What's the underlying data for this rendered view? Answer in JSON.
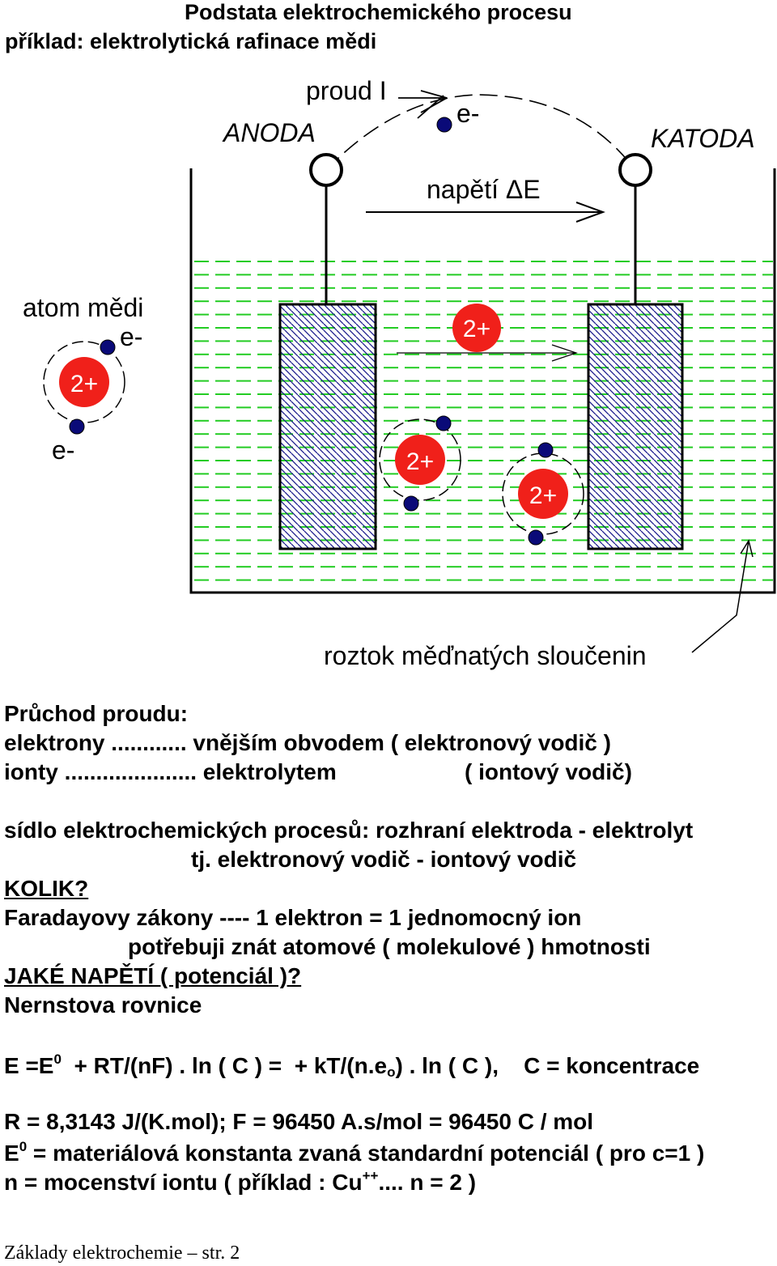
{
  "header": {
    "title_line1": "Podstata elektrochemického procesu",
    "title_line2": "příklad: elektrolytická rafinace mědi"
  },
  "diagram": {
    "current_label": "proud I",
    "anode_label": "ANODA",
    "cathode_label": "KATODA",
    "voltage_label": "napětí ",
    "voltage_symbol": "ΔE",
    "electron_label": "e-",
    "atom_label": "atom mědi",
    "ion_charge": "2+",
    "solution_label": "roztok měďnatých sloučenin",
    "colors": {
      "ion": "#f0201a",
      "electron": "#0a0a78",
      "electrolyte_lines": "#22cc22",
      "electrode_hatch": "#1a1a8c"
    }
  },
  "body": {
    "passage_title": "Průchod proudu:",
    "electrons_line": "elektrony ............ vnějším obvodem ( elektronový vodič )",
    "ions_line_a": "ionty  ..................... elektrolytem",
    "ions_line_b": "( iontový vodič)",
    "seat_line": "sídlo elektrochemických procesů: rozhraní elektroda - elektrolyt",
    "seat_line2": "tj. elektronový vodič - iontový vodič",
    "kolik": "KOLIK?",
    "faraday_line": "Faradayovy zákony ---- 1 elektron = 1 jednomocný ion",
    "faraday_line2": "potřebuji znát atomové ( molekulové ) hmotnosti",
    "voltage_question": "JAKÉ NAPĚTÍ ( potenciál )?",
    "nernst": "Nernstova rovnice",
    "eq_e": "E =E",
    "eq_sup0": "0",
    "eq_mid": "  + RT/(nF) . ln ( C ) =  + kT/(n.e",
    "eq_sub_o": "o",
    "eq_end": ") . ln ( C ),    C = koncentrace",
    "r_line": "R = 8,3143 J/(K.mol); F = 96450 A.s/mol = 96450 C / mol",
    "e0_e": "E",
    "e0_sup": "0",
    "e0_rest": " = materiálová konstanta zvaná standardní potenciál ( pro c=1 )",
    "n_line_a": "n = mocenství iontu ( příklad : Cu",
    "n_sup": "++",
    "n_line_b": ".... n = 2 )"
  },
  "footer": {
    "text": "Základy elektrochemie – str. 2"
  }
}
